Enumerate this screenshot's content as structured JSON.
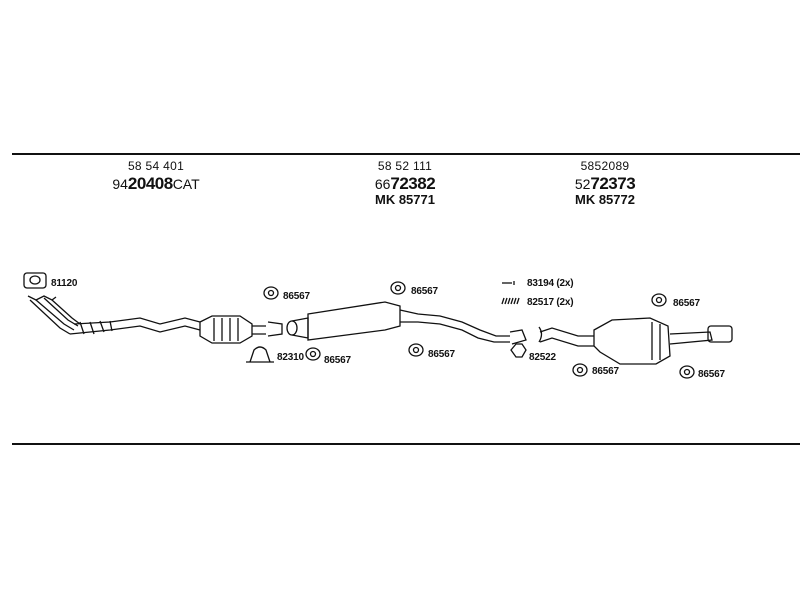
{
  "headers": [
    {
      "top": "58 54 401",
      "prefix": "94",
      "main": "20408",
      "suffix": "CAT",
      "mk": ""
    },
    {
      "top": "58 52 111",
      "prefix": "66",
      "main": "72382",
      "suffix": "",
      "mk": "MK  85771"
    },
    {
      "top": "5852089",
      "prefix": "52",
      "main": "72373",
      "suffix": "",
      "mk": "MK  85772"
    }
  ],
  "parts": {
    "gasket_front": "81120",
    "clamp_1": "86567",
    "clamp_2": "86567",
    "clamp_3": "86567",
    "clamp_4": "86567",
    "clamp_5": "86567",
    "clamp_6": "86567",
    "clamp_7": "86567",
    "bracket_82310": "82310",
    "bolt_83194": "83194 (2x)",
    "spring_82517": "82517 (2x)",
    "ring_82522": "82522"
  }
}
